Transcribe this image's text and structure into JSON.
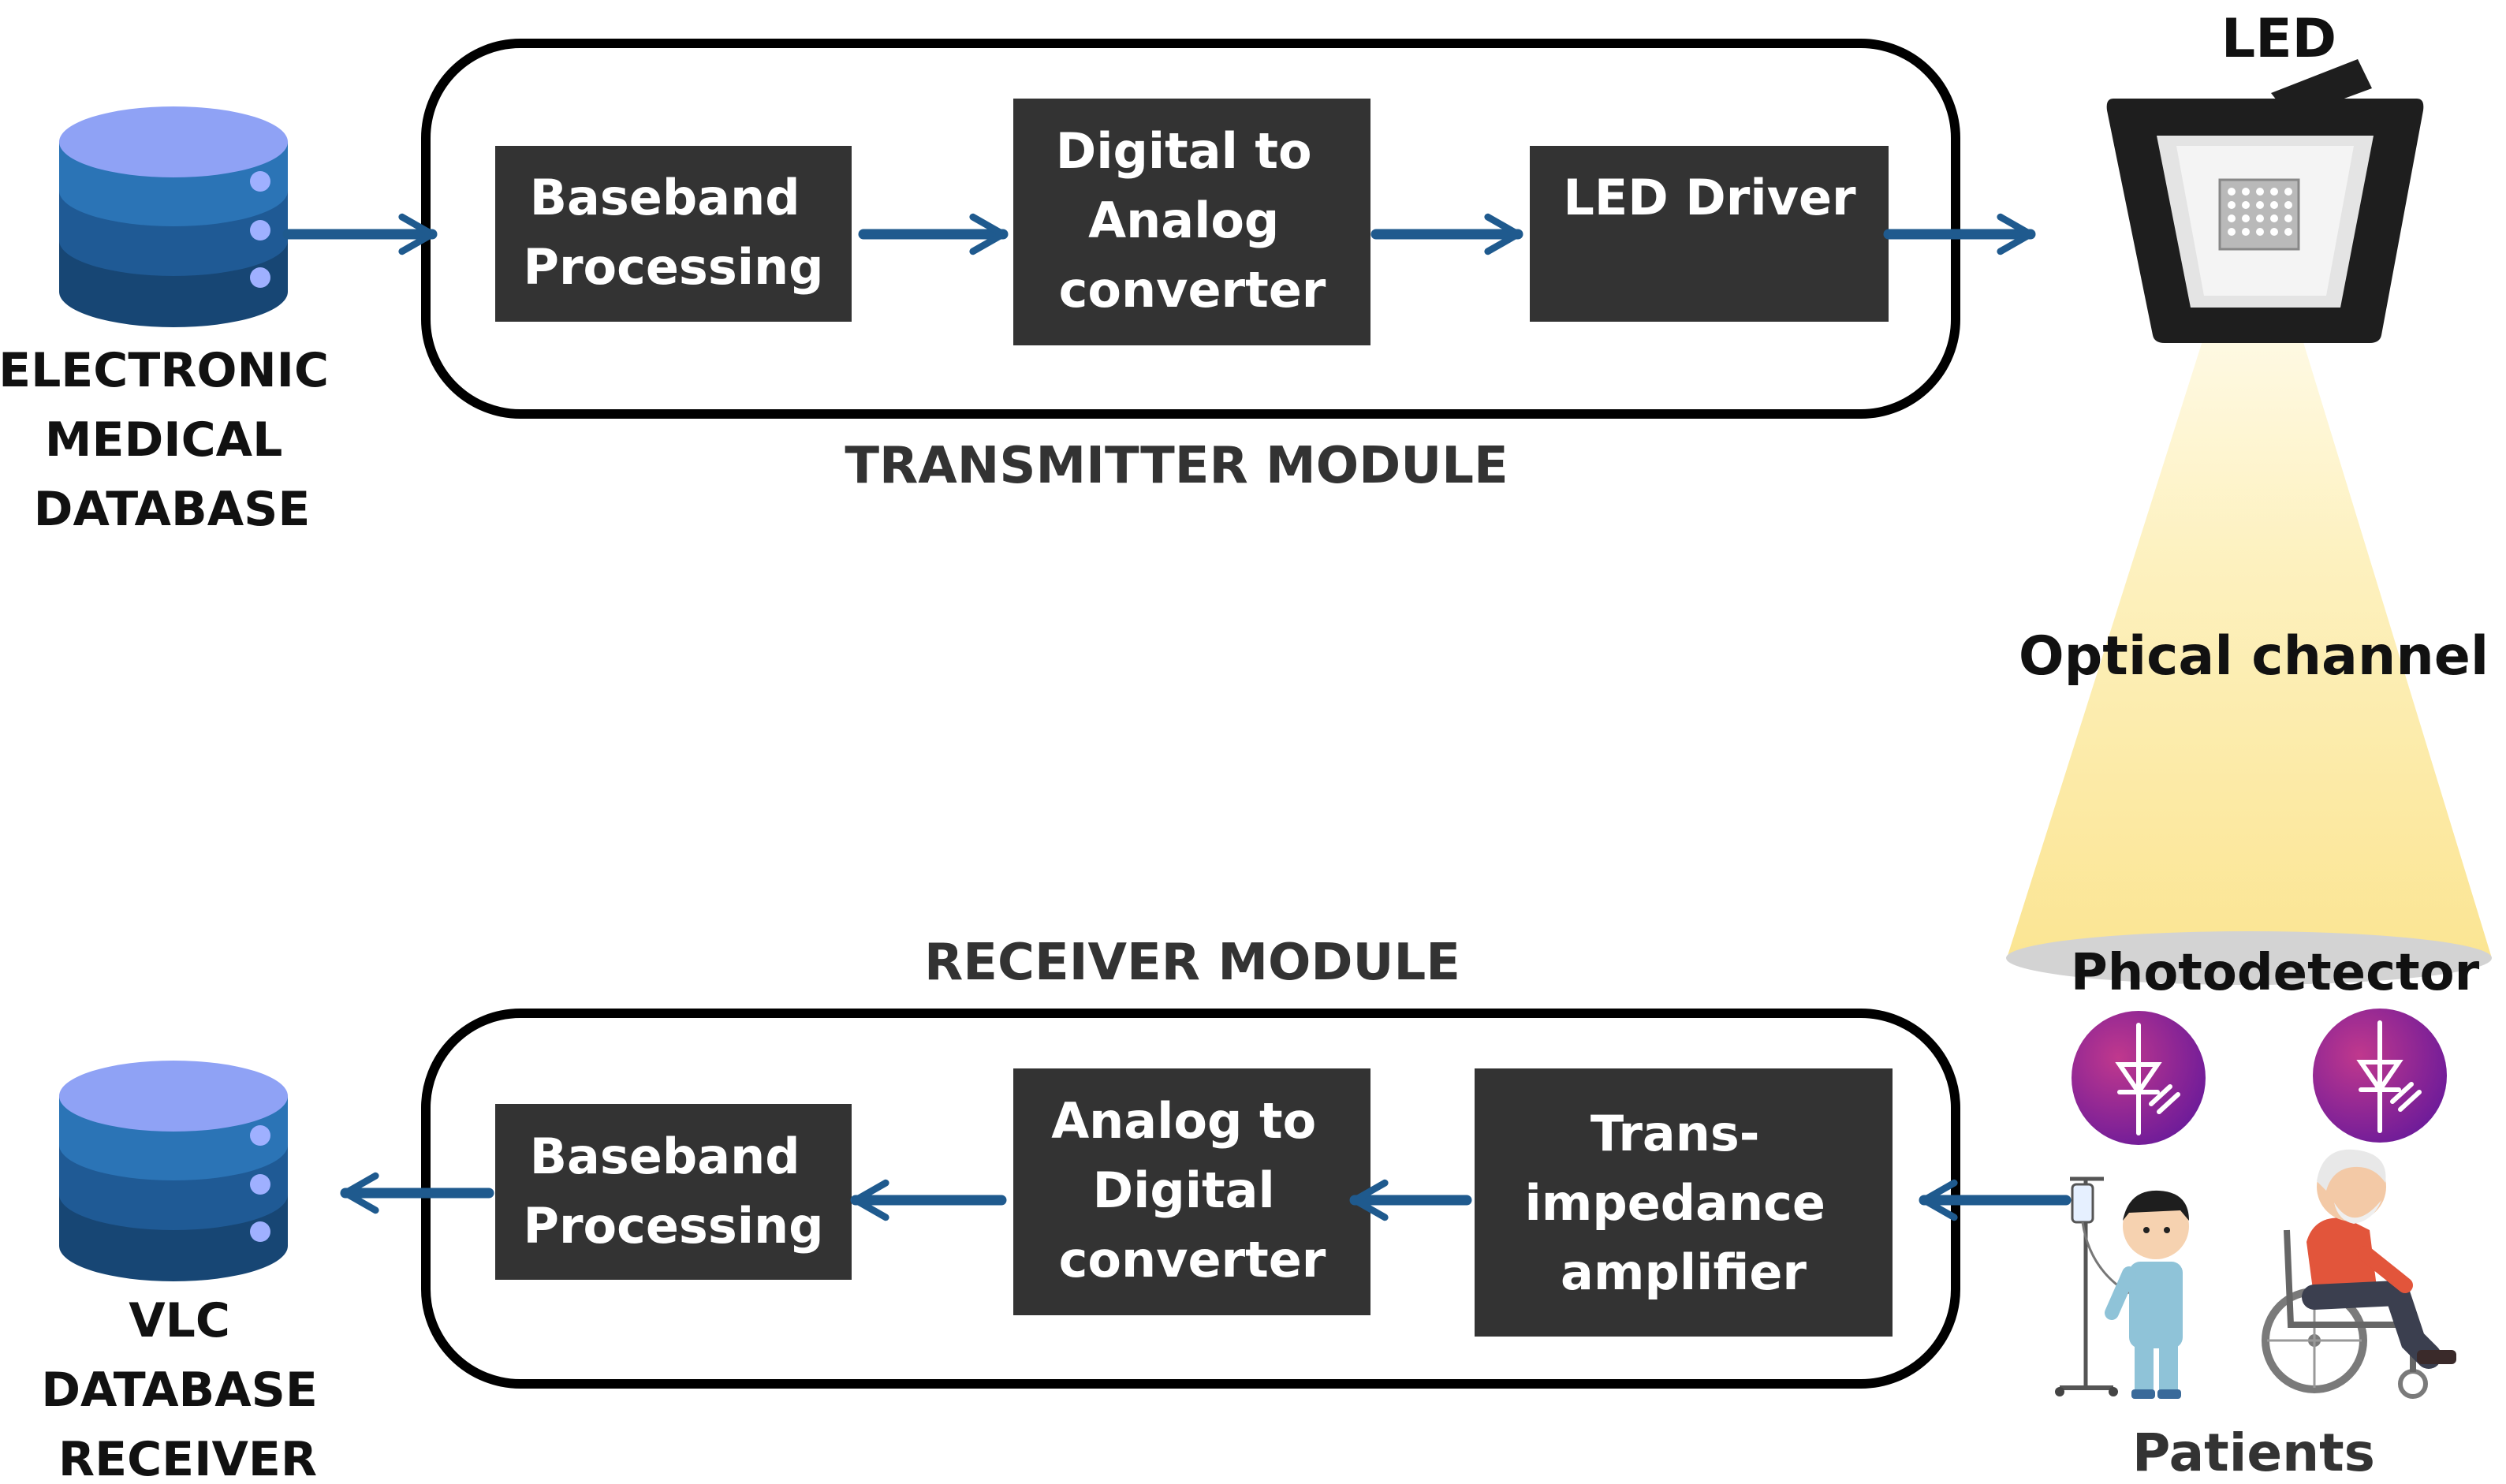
{
  "external": {
    "source_db": [
      "ELECTRONIC",
      "MEDICAL",
      "DATABASE"
    ],
    "sink_db": [
      "VLC",
      "DATABASE",
      "RECEIVER"
    ]
  },
  "transmitter": {
    "title": "TRANSMITTER MODULE",
    "blocks": [
      {
        "lines": [
          "Baseband",
          "Processing"
        ]
      },
      {
        "lines": [
          "Digital to",
          "Analog",
          "converter"
        ]
      },
      {
        "lines": [
          "LED Driver"
        ]
      }
    ]
  },
  "receiver": {
    "title": "RECEIVER MODULE",
    "blocks": [
      {
        "lines": [
          "Baseband",
          "Processing"
        ]
      },
      {
        "lines": [
          "Analog to",
          "Digital",
          "converter"
        ]
      },
      {
        "lines": [
          "Trans-",
          "impedance",
          "amplifier"
        ]
      }
    ]
  },
  "led": {
    "label": "LED"
  },
  "channel": {
    "label": "Optical channel"
  },
  "photodetector": {
    "label": "Photodetector"
  },
  "patients": {
    "label": "Patients"
  },
  "icons": {
    "source_db": "database-icon",
    "sink_db": "database-icon",
    "led": "floodlight-icon",
    "photodiode": "photodiode-icon",
    "patient_iv": "patient-with-iv-icon",
    "patient_wheelchair": "patient-in-wheelchair-icon"
  },
  "colors": {
    "block_fill": "#333333",
    "arrow": "#1f5a8e",
    "module_border": "#000000",
    "db_top": "#8fa2f5",
    "db_layer1": "#2b74b6",
    "db_layer2": "#1f5a95",
    "db_layer3": "#174674",
    "beam": "#fdf0b5",
    "photodiode_bg": "#8b2398"
  }
}
